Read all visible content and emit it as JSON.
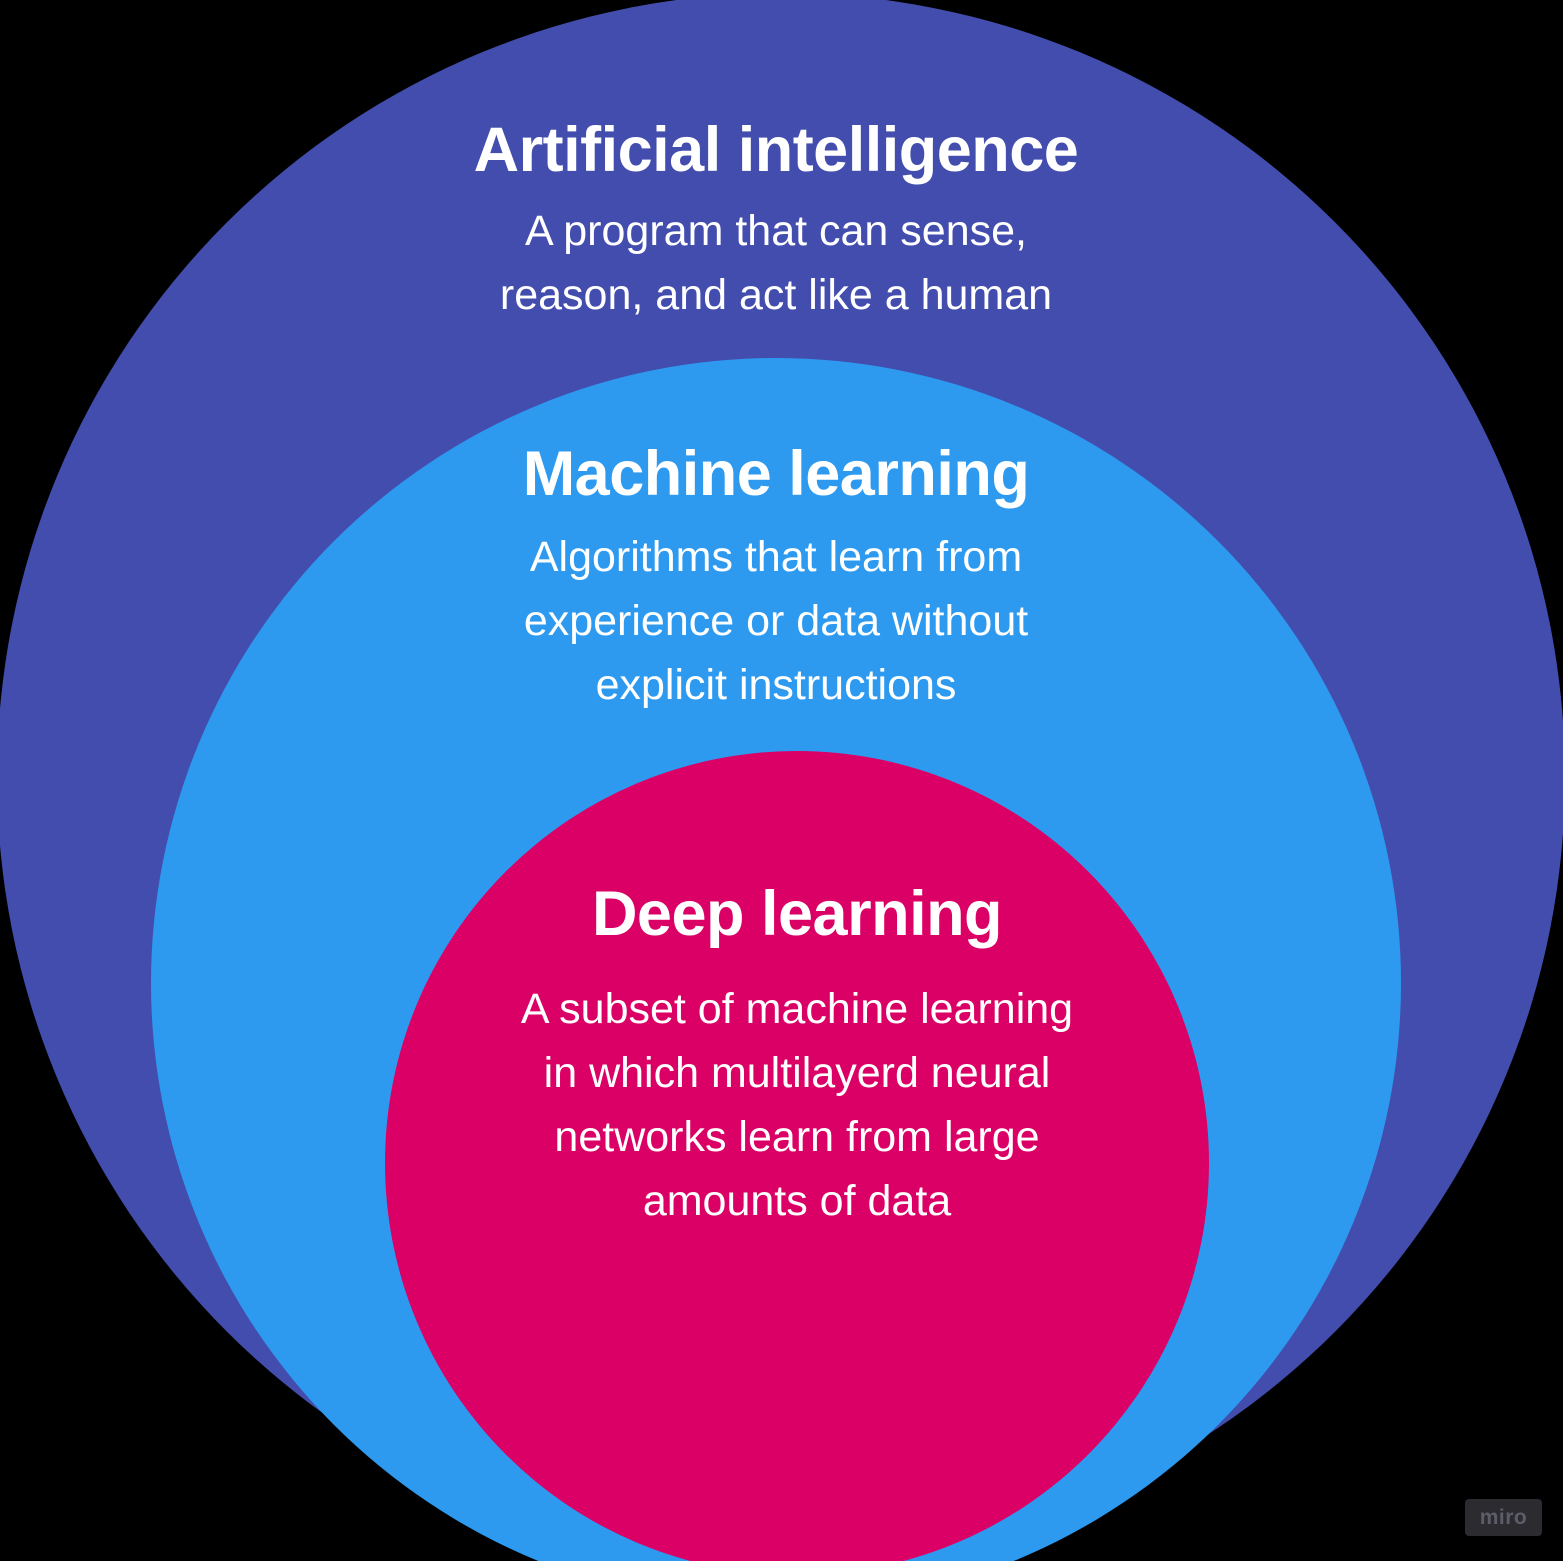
{
  "page": {
    "background_color": "#000000"
  },
  "diagram": {
    "type": "nested-circles",
    "description": "Concentric circles showing Deep learning as a subset of Machine learning, which is a subset of Artificial intelligence",
    "circles": [
      {
        "level": 1,
        "title": "Artificial intelligence",
        "description": "A program that can sense, reason, and act like a human",
        "description_lines": [
          "A program that can sense,",
          "reason, and act like a human"
        ],
        "fill_color": "#434DAD",
        "text_color": "#FFFFFF"
      },
      {
        "level": 2,
        "title": "Machine learning",
        "description": "Algorithms that learn from experience or data without explicit instructions",
        "description_lines": [
          "Algorithms that learn from",
          "experience or data without",
          "explicit instructions"
        ],
        "fill_color": "#2D9AF0",
        "text_color": "#FFFFFF"
      },
      {
        "level": 3,
        "title": "Deep learning",
        "description": "A subset of machine learning in which multilayerd neural networks learn from large amounts of data",
        "description_lines": [
          "A subset of machine learning",
          "in which multilayerd neural",
          "networks learn from large",
          "amounts of data"
        ],
        "fill_color": "#DB0065",
        "text_color": "#FFFFFF"
      }
    ]
  },
  "watermark": {
    "label": "miro",
    "background_color": "#2B2B30",
    "text_color": "#5C5D68"
  }
}
